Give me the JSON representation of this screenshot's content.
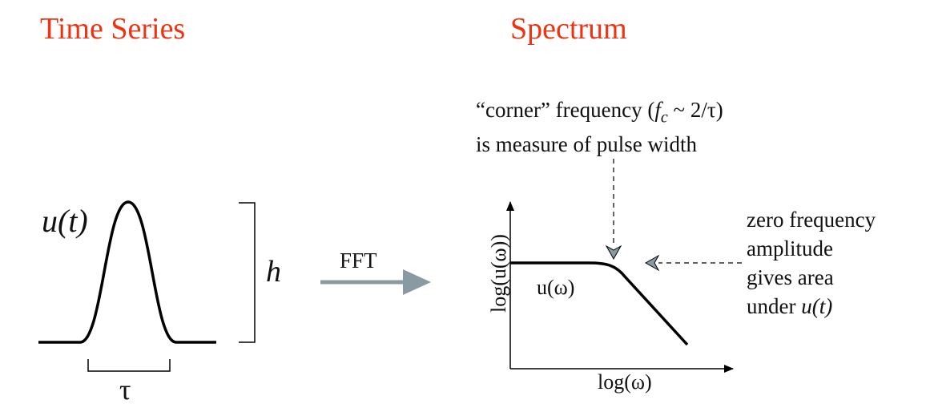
{
  "colors": {
    "title": "#ee3311",
    "arrow": "#8a9aa3",
    "line": "#000000"
  },
  "time_series": {
    "title": "Time Series",
    "signal_label": "u(t)",
    "height_label": "h",
    "width_label": "τ"
  },
  "transform": {
    "label": "FFT"
  },
  "spectrum": {
    "title": "Spectrum",
    "y_axis_label": "log(u(ω))",
    "x_axis_label": "log(ω)",
    "curve_label": "u(ω)",
    "corner_note": {
      "line1_open": "“corner” frequency (",
      "f": "f",
      "sub": "c",
      "line1_close": " ~ 2/τ)",
      "line2": "is measure of pulse width"
    },
    "zero_note": {
      "lines": [
        "zero frequency",
        "amplitude",
        "gives area"
      ],
      "last_prefix": "under ",
      "last_italic": "u(t)"
    }
  }
}
